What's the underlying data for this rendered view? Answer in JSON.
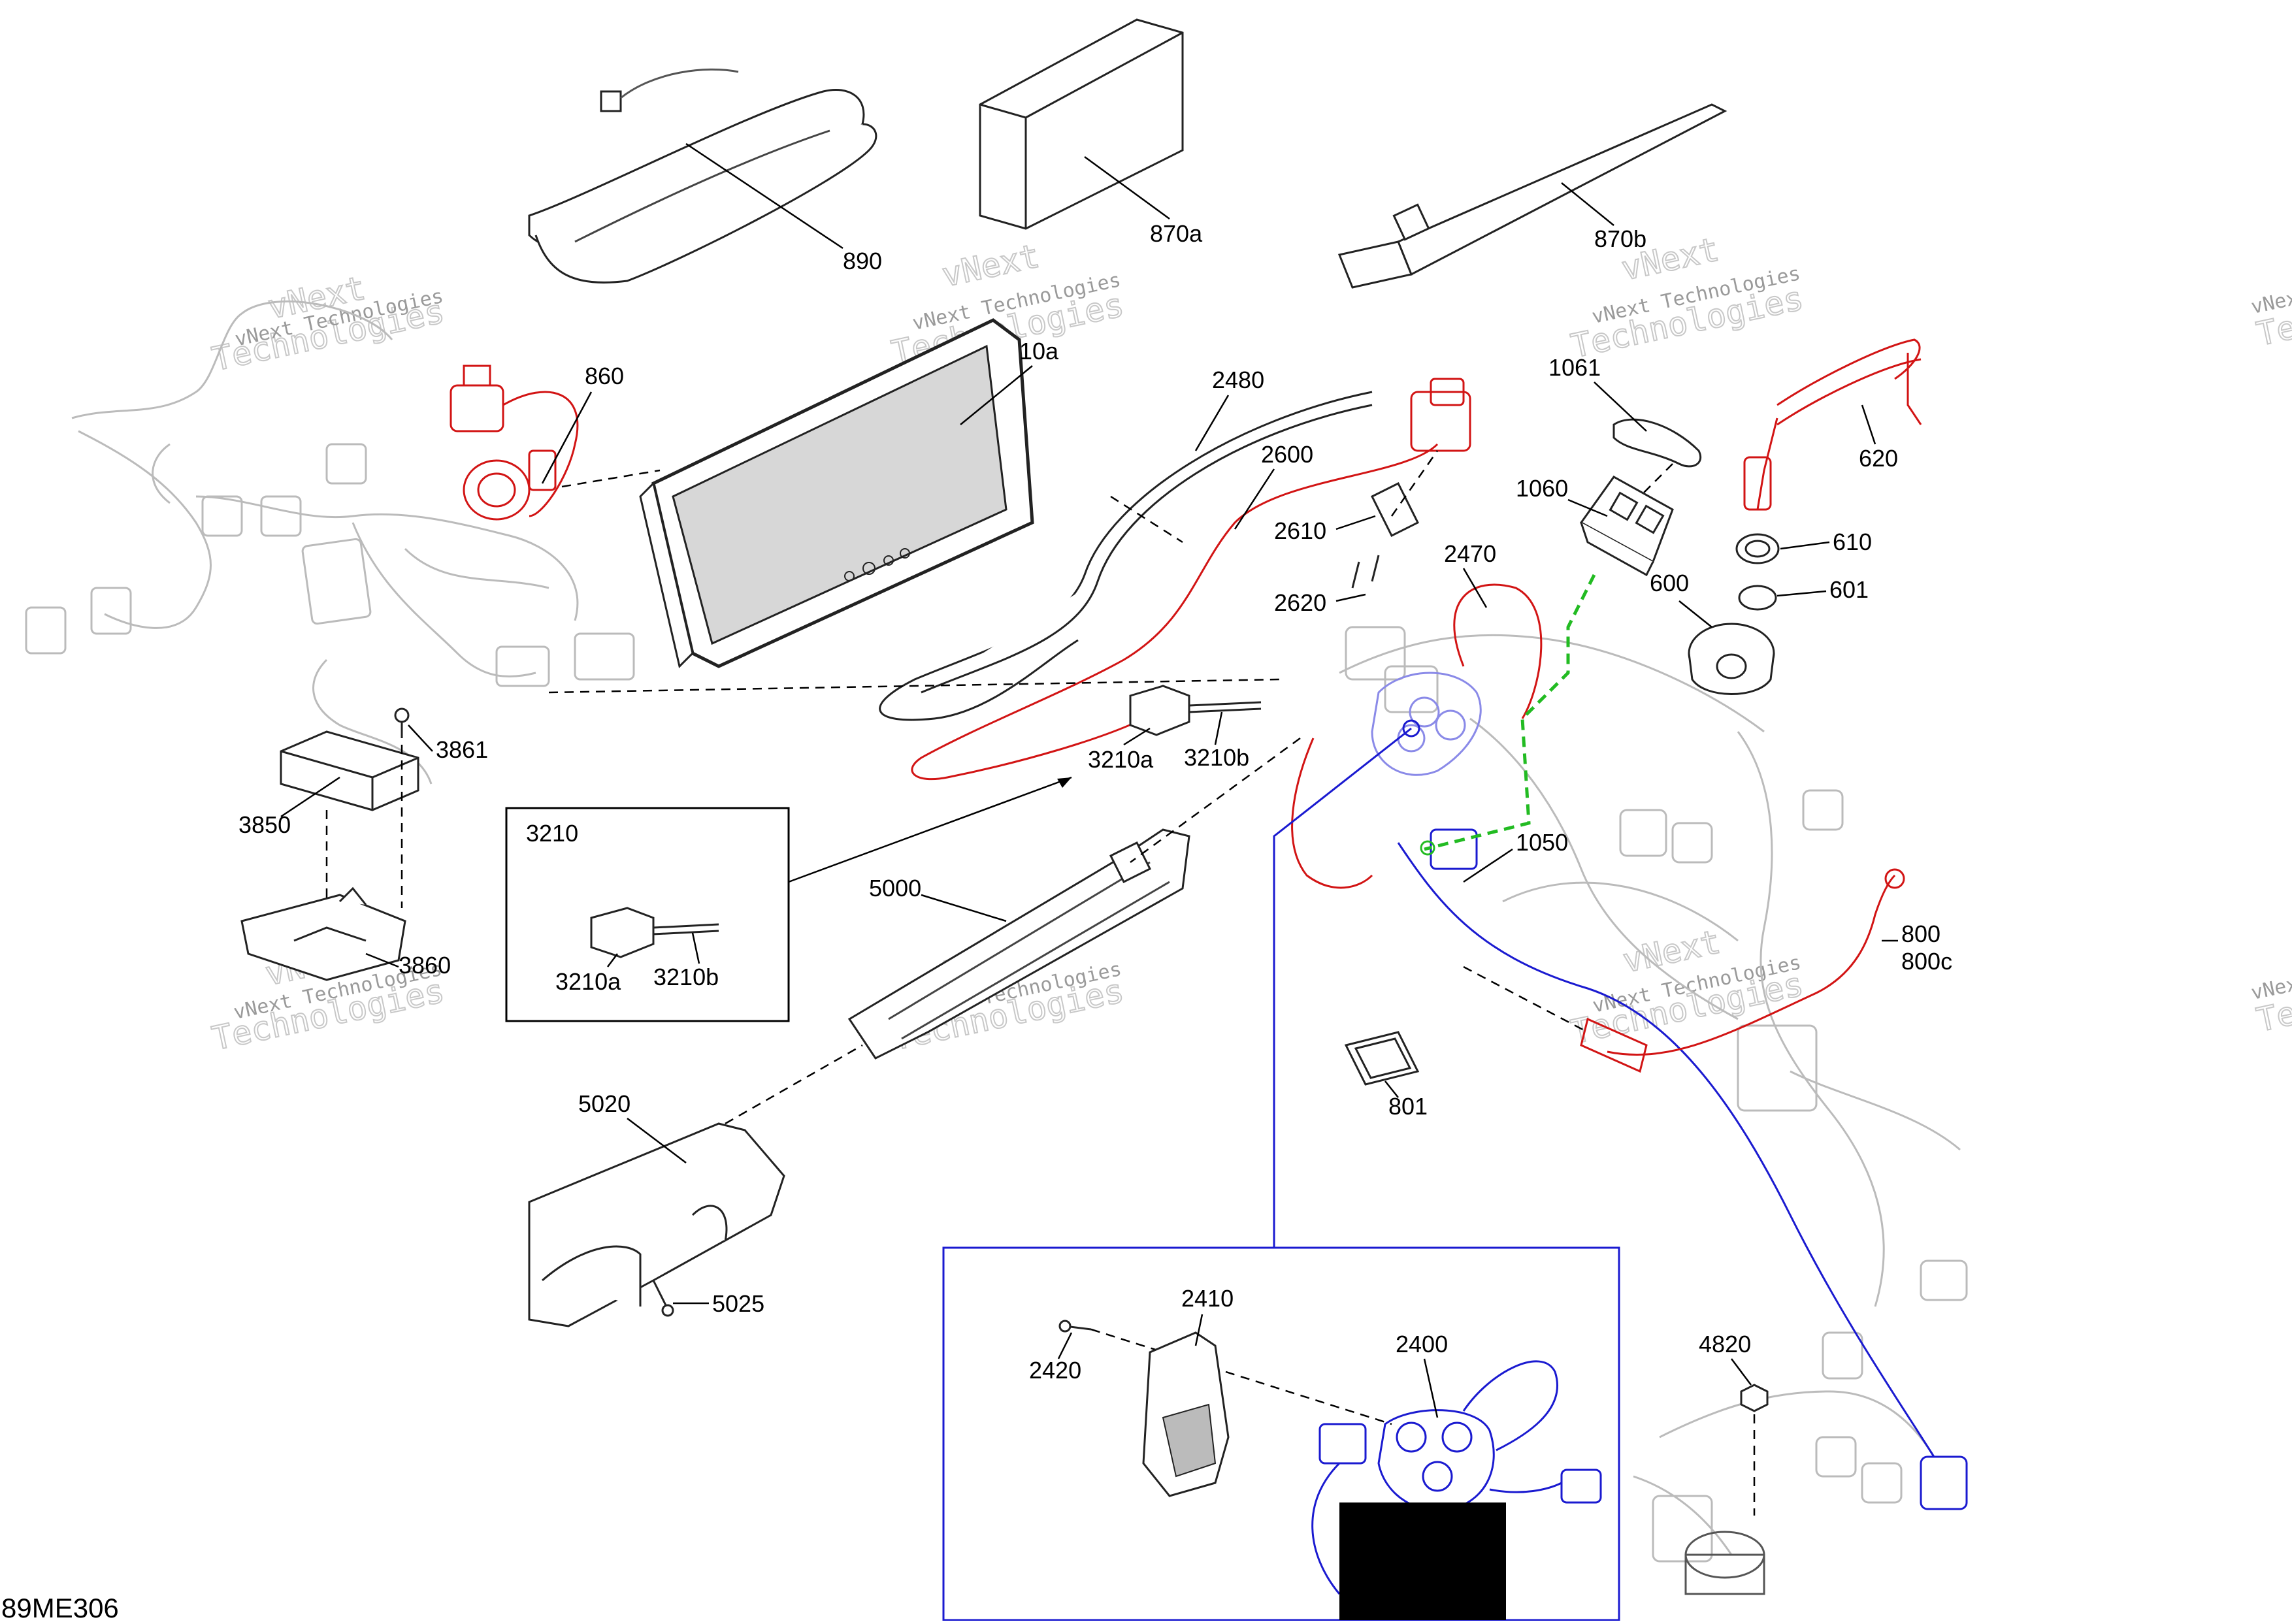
{
  "diagram": {
    "code": "89ME306",
    "watermark": {
      "line1": "vNext Technologies",
      "line2": "vNext",
      "line3": "Technologies"
    },
    "callouts": {
      "p890": "890",
      "p870a": "870a",
      "p870b": "870b",
      "p860": "860",
      "p10a": "10a",
      "p2480": "2480",
      "p2600": "2600",
      "p2610": "2610",
      "p2620": "2620",
      "p1061": "1061",
      "p1060": "1060",
      "p620": "620",
      "p610": "610",
      "p601": "601",
      "p600": "600",
      "p2470": "2470",
      "p3861": "3861",
      "p3850": "3850",
      "p3860": "3860",
      "p3210": "3210",
      "p3210a": "3210a",
      "p3210b": "3210b",
      "p3210a_box": "3210a",
      "p3210b_box": "3210b",
      "p5000": "5000",
      "p1050": "1050",
      "p800": "800",
      "p800c": "800c",
      "p801": "801",
      "p5020": "5020",
      "p5025": "5025",
      "p2410": "2410",
      "p2400": "2400",
      "p2420": "2420",
      "p4820": "4820"
    }
  }
}
